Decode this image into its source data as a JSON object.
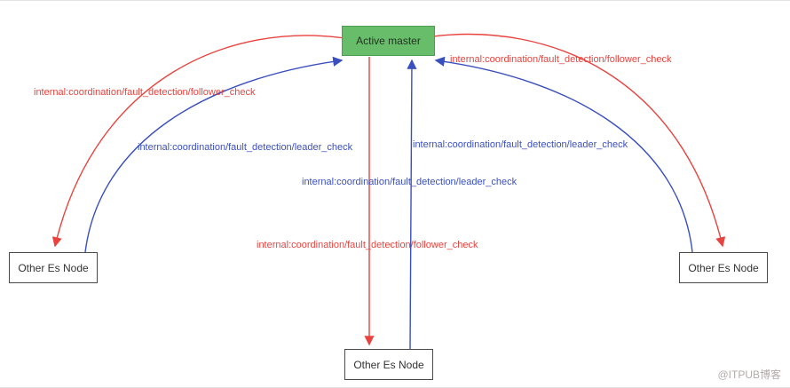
{
  "nodes": {
    "master": {
      "label": "Active master"
    },
    "left": {
      "label": "Other Es Node"
    },
    "right": {
      "label": "Other Es Node"
    },
    "bottom": {
      "label": "Other Es Node"
    }
  },
  "edges": [
    {
      "from": "Active master",
      "to": "Other Es Node (left)",
      "label": "internal:coordination/fault_detection/follower_check",
      "color": "#e8433e"
    },
    {
      "from": "Other Es Node (left)",
      "to": "Active master",
      "label": "internal:coordination/fault_detection/leader_check",
      "color": "#3a4fbf"
    },
    {
      "from": "Active master",
      "to": "Other Es Node (right)",
      "label": "internal:coordination/fault_detection/follower_check",
      "color": "#e8433e"
    },
    {
      "from": "Other Es Node (right)",
      "to": "Active master",
      "label": "internal:coordination/fault_detection/leader_check",
      "color": "#3a4fbf"
    },
    {
      "from": "Other Es Node (bottom)",
      "to": "Active master",
      "label": "internal:coordination/fault_detection/leader_check",
      "color": "#3a4fbf"
    },
    {
      "from": "Active master",
      "to": "Other Es Node (bottom)",
      "label": "internal:coordination/fault_detection/follower_check",
      "color": "#e8433e"
    }
  ],
  "colors": {
    "follower_check": "#e8433e",
    "leader_check": "#3a4fbf",
    "master_fill": "#67bd6a",
    "master_border": "#4e9e52"
  },
  "watermark": "@ITPUB博客"
}
